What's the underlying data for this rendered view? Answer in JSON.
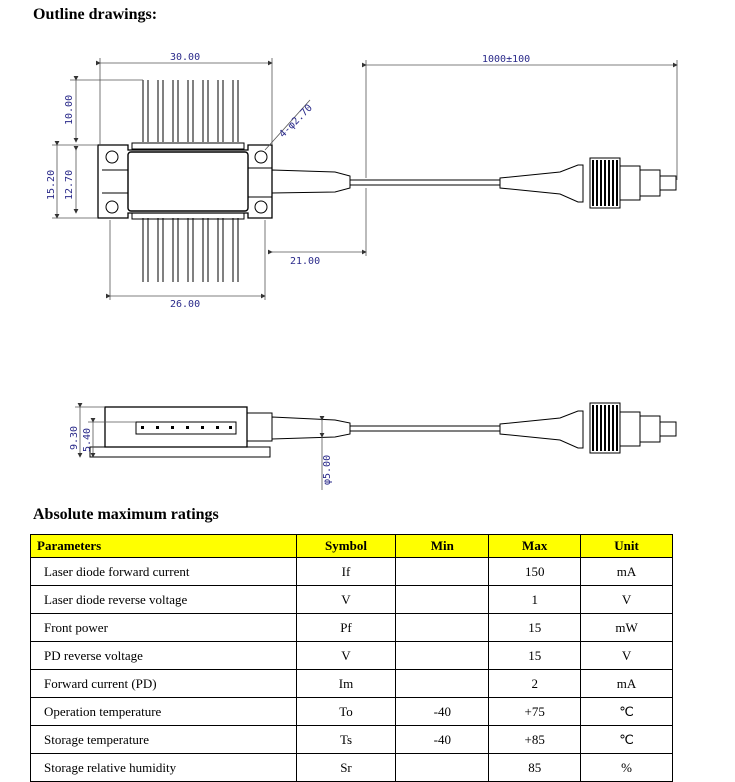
{
  "outline": {
    "heading": "Outline drawings:",
    "dims": {
      "width_top": "30.00",
      "fiber_length": "1000±100",
      "hole": "4-φ2.70",
      "pin_len": "10.00",
      "height_outer": "15.20",
      "height_inner": "12.70",
      "flange": "21.00",
      "base_width": "26.00",
      "side_h1": "9.30",
      "side_h2": "5.40",
      "boot_dia": "φ5.00"
    }
  },
  "ratings": {
    "heading": "Absolute maximum ratings",
    "columns": [
      "Parameters",
      "Symbol",
      "Min",
      "Max",
      "Unit"
    ],
    "rows": [
      [
        "Laser diode forward current",
        "If",
        "",
        "150",
        "mA"
      ],
      [
        "Laser diode reverse voltage",
        "V",
        "",
        "1",
        "V"
      ],
      [
        "Front power",
        "Pf",
        "",
        "15",
        "mW"
      ],
      [
        "PD reverse voltage",
        "V",
        "",
        "15",
        "V"
      ],
      [
        "Forward current (PD)",
        "Im",
        "",
        "2",
        "mA"
      ],
      [
        "Operation temperature",
        "To",
        "-40",
        "+75",
        "℃"
      ],
      [
        "Storage temperature",
        "Ts",
        "-40",
        "+85",
        "℃"
      ],
      [
        "Storage relative humidity",
        "Sr",
        "",
        "85",
        "%"
      ]
    ]
  }
}
